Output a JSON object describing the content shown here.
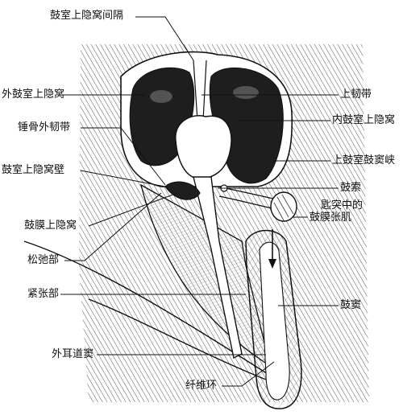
{
  "labels": {
    "epitympanic_septum": "鼓室上隐窝间隔",
    "lateral_epitympanic_recess": "外鼓室上隐窝",
    "lateral_malleal_ligament": "锤骨外韧带",
    "epitympanic_recess_wall": "鼓室上隐窝壁",
    "prussak_space": "鼓膜上隐窝",
    "pars_flaccida": "松弛部",
    "pars_tensa": "紧张部",
    "external_canal_recess": "外耳道窦",
    "annulus": "纤维环",
    "superior_ligament": "上韧带",
    "medial_epitympanic_recess": "内鼓室上隐窝",
    "tympanic_isthmus": "上鼓室鼓窦峡",
    "chorda_tympani": "鼓索",
    "tensor_line1": "匙突中的",
    "tensor_line2": "鼓膜张肌",
    "tympanic_sinus": "鼓窦"
  },
  "colors": {
    "ink": "#111111",
    "hatch": "#555555",
    "cavity": "#1e1e1e",
    "paper": "#ffffff"
  }
}
